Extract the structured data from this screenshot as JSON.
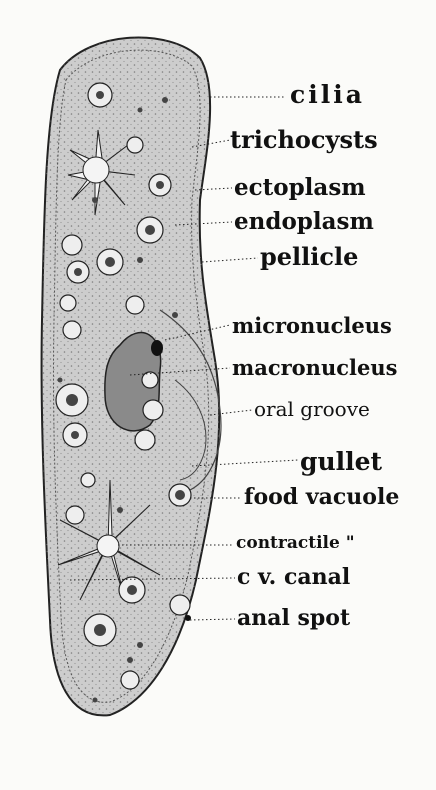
{
  "diagram": {
    "labels": {
      "cilia": "cilia",
      "trichocysts": "trichocysts",
      "ectoplasm": "ectoplasm",
      "endoplasm": "endoplasm",
      "pellicle": "pellicle",
      "micronucleus": "micronucleus",
      "macronucleus": "macronucleus",
      "oral_groove": "oral groove",
      "gullet": "gullet",
      "food_vacuole": "food vacuole",
      "contractile": "contractile \"",
      "cv_canal": "c v. canal",
      "anal_spot": "anal spot"
    }
  },
  "colors": {
    "ink": "#111111",
    "cytoplasm": "#cfcfcf",
    "paper": "#fbfbf9"
  }
}
